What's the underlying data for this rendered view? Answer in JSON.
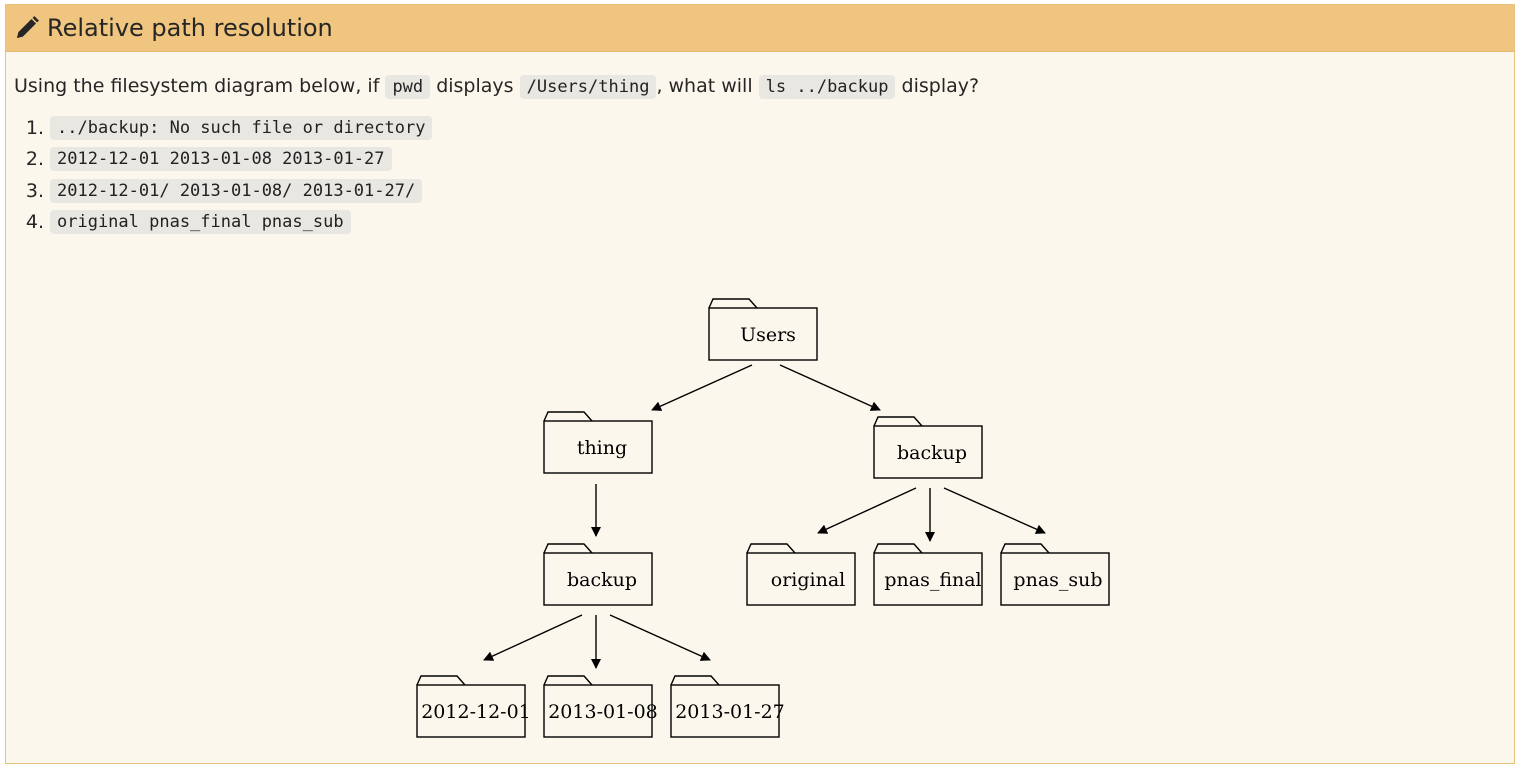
{
  "panel": {
    "icon": "pencil-icon",
    "title": "Relative path resolution"
  },
  "question": {
    "prefix": "Using the filesystem diagram below, if ",
    "code1": "pwd",
    "mid1": " displays ",
    "code2": "/Users/thing",
    "mid2": ", what will ",
    "code3": "ls ../backup",
    "suffix": " display?"
  },
  "options": [
    {
      "num": "1.",
      "text": "../backup: No such file or directory"
    },
    {
      "num": "2.",
      "text": "2012-12-01 2013-01-08 2013-01-27"
    },
    {
      "num": "3.",
      "text": "2012-12-01/ 2013-01-08/ 2013-01-27/"
    },
    {
      "num": "4.",
      "text": "original pnas_final pnas_sub"
    }
  ],
  "diagram": {
    "nodes": {
      "users": "Users",
      "thing": "thing",
      "backup_top": "backup",
      "backup_thing": "backup",
      "original": "original",
      "pnas_final": "pnas_final",
      "pnas_sub": "pnas_sub",
      "d20121201": "2012-12-01",
      "d20130108": "2013-01-08",
      "d20130127": "2013-01-27"
    }
  },
  "colors": {
    "header": "#efc57f",
    "panel_bg": "#fbf7ec",
    "code_bg": "#e9e7e2"
  }
}
